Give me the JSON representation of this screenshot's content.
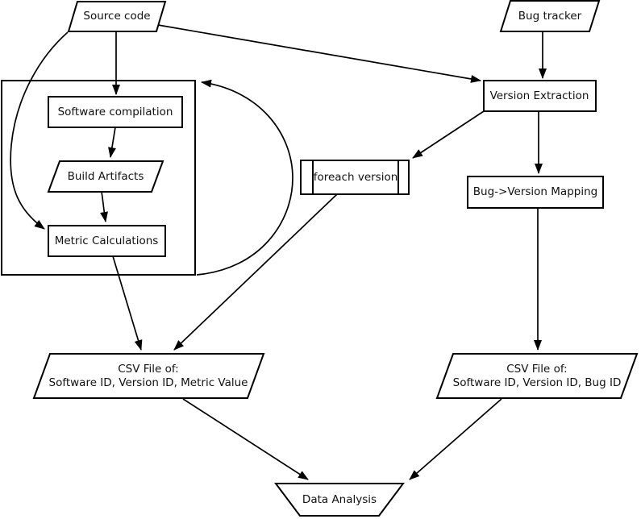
{
  "diagram": {
    "colors": {
      "background": "#ffffff",
      "stroke": "#000000",
      "text": "#111111",
      "node_fill": "#ffffff"
    },
    "nodes": {
      "source_code": {
        "label": "Source code",
        "shape": "parallelogram"
      },
      "bug_tracker": {
        "label": "Bug tracker",
        "shape": "parallelogram"
      },
      "software_compilation": {
        "label": "Software compilation",
        "shape": "rectangle"
      },
      "build_artifacts": {
        "label": "Build Artifacts",
        "shape": "parallelogram"
      },
      "metric_calculations": {
        "label": "Metric Calculations",
        "shape": "rectangle"
      },
      "foreach_version": {
        "label": "foreach version",
        "shape": "subroutine"
      },
      "version_extraction": {
        "label": "Version Extraction",
        "shape": "rectangle"
      },
      "bug_version_mapping": {
        "label": "Bug->Version Mapping",
        "shape": "rectangle"
      },
      "csv_metrics": {
        "line1": "CSV File of:",
        "line2": "Software ID, Version ID, Metric Value",
        "shape": "parallelogram"
      },
      "csv_bugs": {
        "line1": "CSV File of:",
        "line2": "Software ID, Version ID, Bug ID",
        "shape": "parallelogram"
      },
      "data_analysis": {
        "label": "Data Analysis",
        "shape": "trapezoid"
      },
      "compilation_group": {
        "label": "",
        "shape": "container"
      }
    },
    "edges": [
      {
        "from": "source_code",
        "to": "software_compilation"
      },
      {
        "from": "source_code",
        "to": "version_extraction"
      },
      {
        "from": "source_code",
        "to": "metric_calculations"
      },
      {
        "from": "software_compilation",
        "to": "build_artifacts"
      },
      {
        "from": "build_artifacts",
        "to": "metric_calculations"
      },
      {
        "from": "metric_calculations",
        "to": "csv_metrics"
      },
      {
        "from": "bug_tracker",
        "to": "version_extraction"
      },
      {
        "from": "version_extraction",
        "to": "foreach_version"
      },
      {
        "from": "version_extraction",
        "to": "bug_version_mapping"
      },
      {
        "from": "foreach_version",
        "to": "csv_metrics"
      },
      {
        "from": "bug_version_mapping",
        "to": "csv_bugs"
      },
      {
        "from": "compilation_group",
        "to": "compilation_group",
        "note": "loop back arc"
      },
      {
        "from": "csv_metrics",
        "to": "data_analysis"
      },
      {
        "from": "csv_bugs",
        "to": "data_analysis"
      }
    ]
  }
}
